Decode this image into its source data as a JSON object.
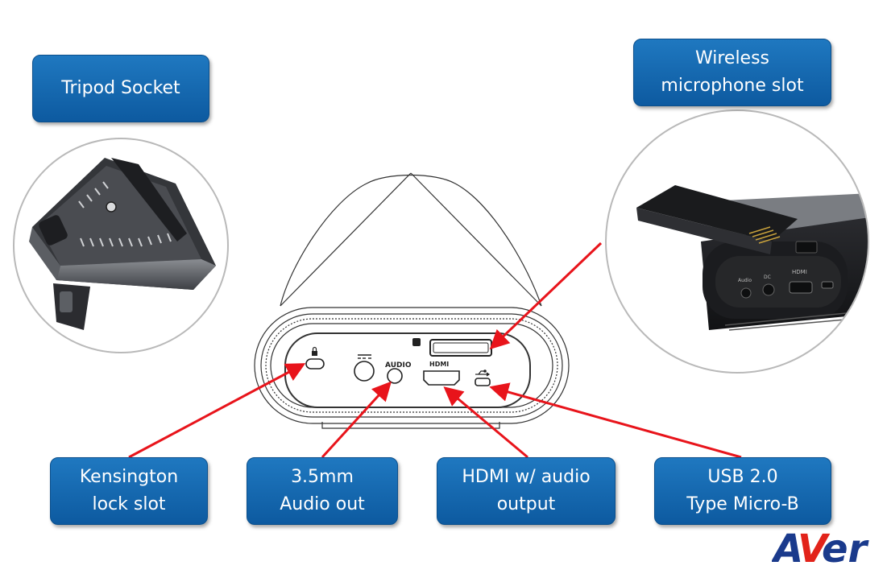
{
  "callouts": {
    "tripod_socket": "Tripod Socket",
    "wireless_mic": {
      "line1": "Wireless",
      "line2": "microphone slot"
    },
    "kensington": {
      "line1": "Kensington",
      "line2": "lock slot"
    },
    "audio_out": {
      "line1": "3.5mm",
      "line2": "Audio out"
    },
    "hdmi": {
      "line1": "HDMI w/ audio",
      "line2": "output"
    },
    "usb": {
      "line1": "USB 2.0",
      "line2": "Type Micro-B"
    }
  },
  "device_labels": {
    "audio": "AUDIO",
    "hdmi": "HDMI",
    "dc": "DC",
    "mic_audio": "Audio",
    "mic_dc": "DC",
    "mic_hdmi": "HDMI"
  },
  "logo": {
    "a": "A",
    "v": "V",
    "er": "er"
  },
  "colors": {
    "callout_top": "#1f78c0",
    "callout_bottom": "#0d5aa0",
    "arrow": "#e8141b",
    "logo_blue": "#1a3a8c",
    "logo_red": "#e2231a"
  }
}
